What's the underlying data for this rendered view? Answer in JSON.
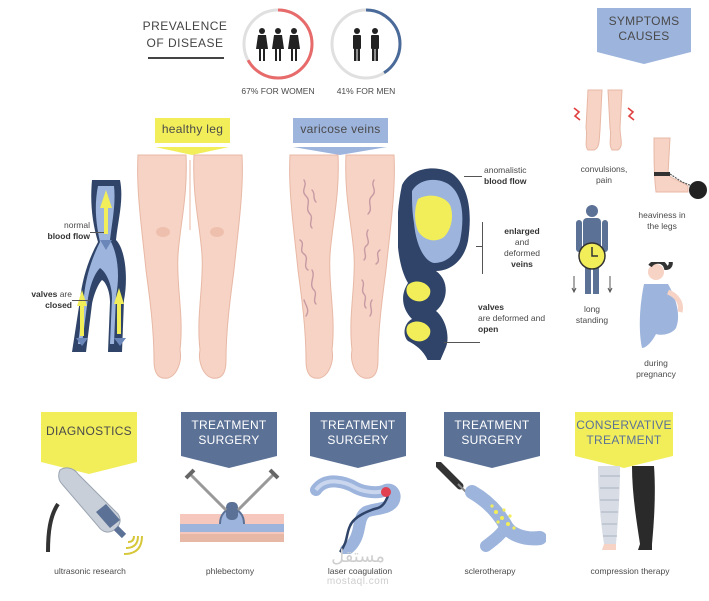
{
  "prevalence": {
    "title_line1": "PREVALENCE",
    "title_line2": "OF DISEASE",
    "women_label": "67% FOR WOMEN",
    "men_label": "41% FOR MEN",
    "women_percent": 67,
    "men_percent": 41
  },
  "symptoms": {
    "line1": "SYMPTOMS",
    "line2": "CAUSES"
  },
  "legs": {
    "healthy_tag": "healthy leg",
    "varicose_tag": "varicose veins"
  },
  "healthy_annotations": {
    "normal": "normal",
    "blood_flow": "blood flow",
    "valves": "valves",
    "are": "are",
    "closed": "closed"
  },
  "varicose_annotations": {
    "anomalistic": "anomalistic",
    "blood_flow": "blood flow",
    "enlarged": "enlarged",
    "and": "and",
    "deformed": "deformed",
    "veins": "veins",
    "valves": "valves",
    "are_deformed_and": "are deformed and",
    "open": "open"
  },
  "causes": [
    {
      "line1": "convulsions,",
      "line2": "pain"
    },
    {
      "line1": "heaviness in",
      "line2": "the legs"
    },
    {
      "line1": "long",
      "line2": "standing"
    },
    {
      "line1": "during",
      "line2": "pregnancy"
    }
  ],
  "treatments": [
    {
      "line1": "DIAGNOSTICS",
      "line2": "",
      "caption": "ultrasonic research"
    },
    {
      "line1": "TREATMENT",
      "line2": "SURGERY",
      "caption": "phlebectomy"
    },
    {
      "line1": "TREATMENT",
      "line2": "SURGERY",
      "caption": "laser coagulation"
    },
    {
      "line1": "TREATMENT",
      "line2": "SURGERY",
      "caption": "sclerotherapy"
    },
    {
      "line1": "CONSERVATIVE",
      "line2": "TREATMENT",
      "caption": "compression therapy"
    }
  ],
  "watermark": {
    "arabic": "مستقل",
    "latin": "mostaql.com"
  },
  "colors": {
    "yellow": "#f2ee5a",
    "light_blue": "#9db4dd",
    "dark_blue": "#5b7196",
    "skin": "#f6d3c4",
    "vein_dark": "#2f4468",
    "women_ring": "#e86b6b",
    "men_ring": "#4a6a9a"
  }
}
